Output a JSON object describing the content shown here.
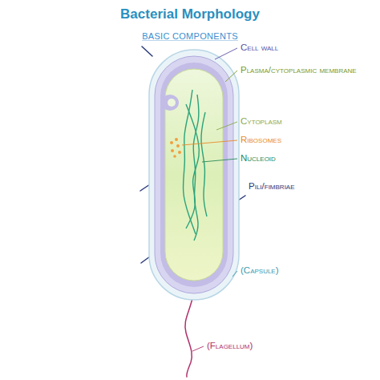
{
  "diagram": {
    "title": "Bacterial Morphology",
    "labels": [
      "BASIC COMPONENTS",
      "Cell wall",
      "Plasma/cytoplasmic membrane",
      "Cytoplasm",
      "Ribosomes",
      "Nucleoid",
      "Pili/fimbriae",
      "(Capsule)",
      "(Flagellum)"
    ]
  }
}
